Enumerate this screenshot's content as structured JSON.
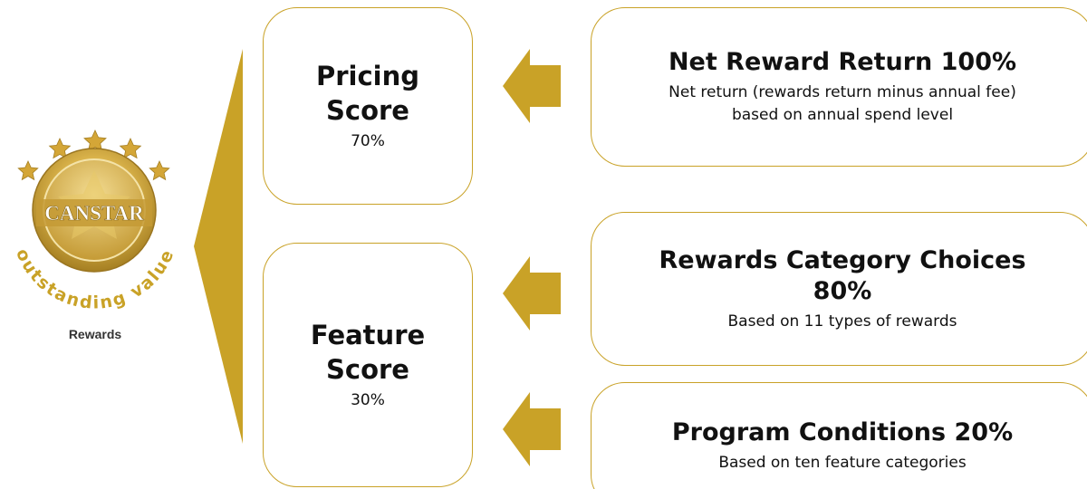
{
  "logo": {
    "brand": "CANSTAR",
    "tagline": "outstanding value",
    "caption": "Rewards",
    "stars": 5
  },
  "colors": {
    "gold": "#c9a227",
    "box_border": "#c9a227",
    "text": "#111111"
  },
  "scores": [
    {
      "title": "Pricing Score",
      "percent": "70%"
    },
    {
      "title": "Feature Score",
      "percent": "30%"
    }
  ],
  "details": [
    {
      "title": "Net Reward Return 100%",
      "description": "Net return (rewards return minus annual fee) based on annual spend level"
    },
    {
      "title": "Rewards Category Choices 80%",
      "description": "Based on 11 types of rewards"
    },
    {
      "title": "Program Conditions 20%",
      "description": "Based on ten feature categories"
    }
  ],
  "icons": {
    "arrow": "left-arrow-icon",
    "logo": "canstar-award-icon"
  }
}
